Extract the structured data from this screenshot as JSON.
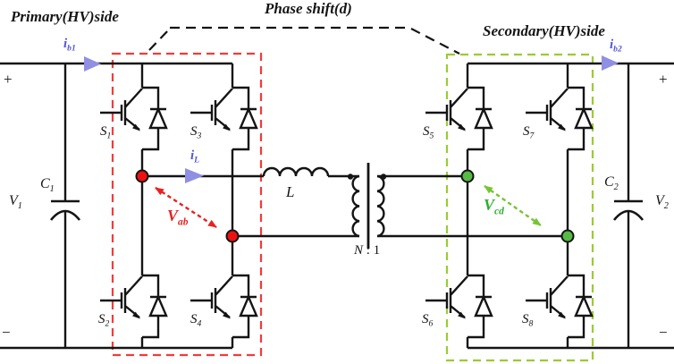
{
  "titles": {
    "primary": "Primary(HV)side",
    "phase": "Phase shift(d)",
    "secondary": "Secondary(HV)side"
  },
  "switches": {
    "s1": {
      "base": "S",
      "sub": "1"
    },
    "s2": {
      "base": "S",
      "sub": "2"
    },
    "s3": {
      "base": "S",
      "sub": "3"
    },
    "s4": {
      "base": "S",
      "sub": "4"
    },
    "s5": {
      "base": "S",
      "sub": "5"
    },
    "s6": {
      "base": "S",
      "sub": "6"
    },
    "s7": {
      "base": "S",
      "sub": "7"
    },
    "s8": {
      "base": "S",
      "sub": "8"
    }
  },
  "components": {
    "v1": {
      "base": "V",
      "sub": "1"
    },
    "c1": {
      "base": "C",
      "sub": "1"
    },
    "v2": {
      "base": "V",
      "sub": "2"
    },
    "c2": {
      "base": "C",
      "sub": "2"
    },
    "inductor": "L",
    "turns": {
      "base": "N",
      "rest": " : 1"
    }
  },
  "currents": {
    "ib1": {
      "base": "i",
      "sub": "b1"
    },
    "il": {
      "base": "i",
      "sub": "L"
    },
    "ib2": {
      "base": "i",
      "sub": "b2"
    }
  },
  "voltages": {
    "vab": {
      "base": "V",
      "sub": "ab"
    },
    "vcd": {
      "base": "V",
      "sub": "cd"
    }
  },
  "polarity": {
    "plus": "+",
    "minus": "−"
  },
  "colors": {
    "wire": "#141414",
    "primary_box": "#f23b3b",
    "secondary_box": "#99cc33",
    "current_arrow": "#8f8fe3",
    "current_text": "#5456d6",
    "vab_arrow": "#e62222",
    "vcd_arrow": "#77c433",
    "node_primary": "#ee1111",
    "node_secondary": "#55bb44"
  }
}
